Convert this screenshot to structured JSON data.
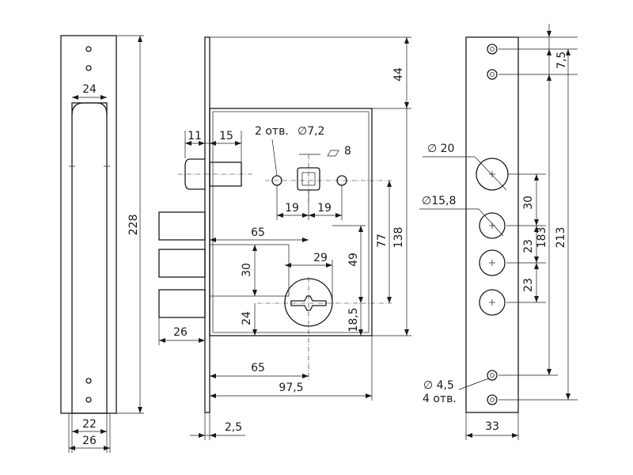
{
  "colors": {
    "line": "#1a1a1a",
    "background": "#ffffff"
  },
  "side_view": {
    "dim_width_top": "24",
    "dim_height": "228",
    "dim_width_22": "22",
    "dim_width_26": "26"
  },
  "front_view": {
    "dim_top_44": "44",
    "dim_11": "11",
    "dim_15": "15",
    "holes_note": "2 отв.",
    "hole_dia": "∅7,2",
    "square_note": "8",
    "dim_19_left": "19",
    "dim_19_right": "19",
    "dim_65_top": "65",
    "dim_77": "77",
    "dim_138": "138",
    "dim_49": "49",
    "dim_29": "29",
    "dim_30": "30",
    "dim_24": "24",
    "dim_26": "26",
    "dim_18_5": "18,5",
    "dim_65_bottom": "65",
    "dim_97_5": "97,5",
    "dim_2_5": "2,5"
  },
  "faceplate_view": {
    "dim_20": "∅ 20",
    "dim_15_8": "∅15,8",
    "dim_7_5": "7,5",
    "dim_30": "30",
    "dim_23_a": "23",
    "dim_183": "183",
    "dim_213": "213",
    "dim_23_b": "23",
    "dim_4_5": "∅ 4,5",
    "holes_4": "4 отв.",
    "dim_33": "33"
  }
}
